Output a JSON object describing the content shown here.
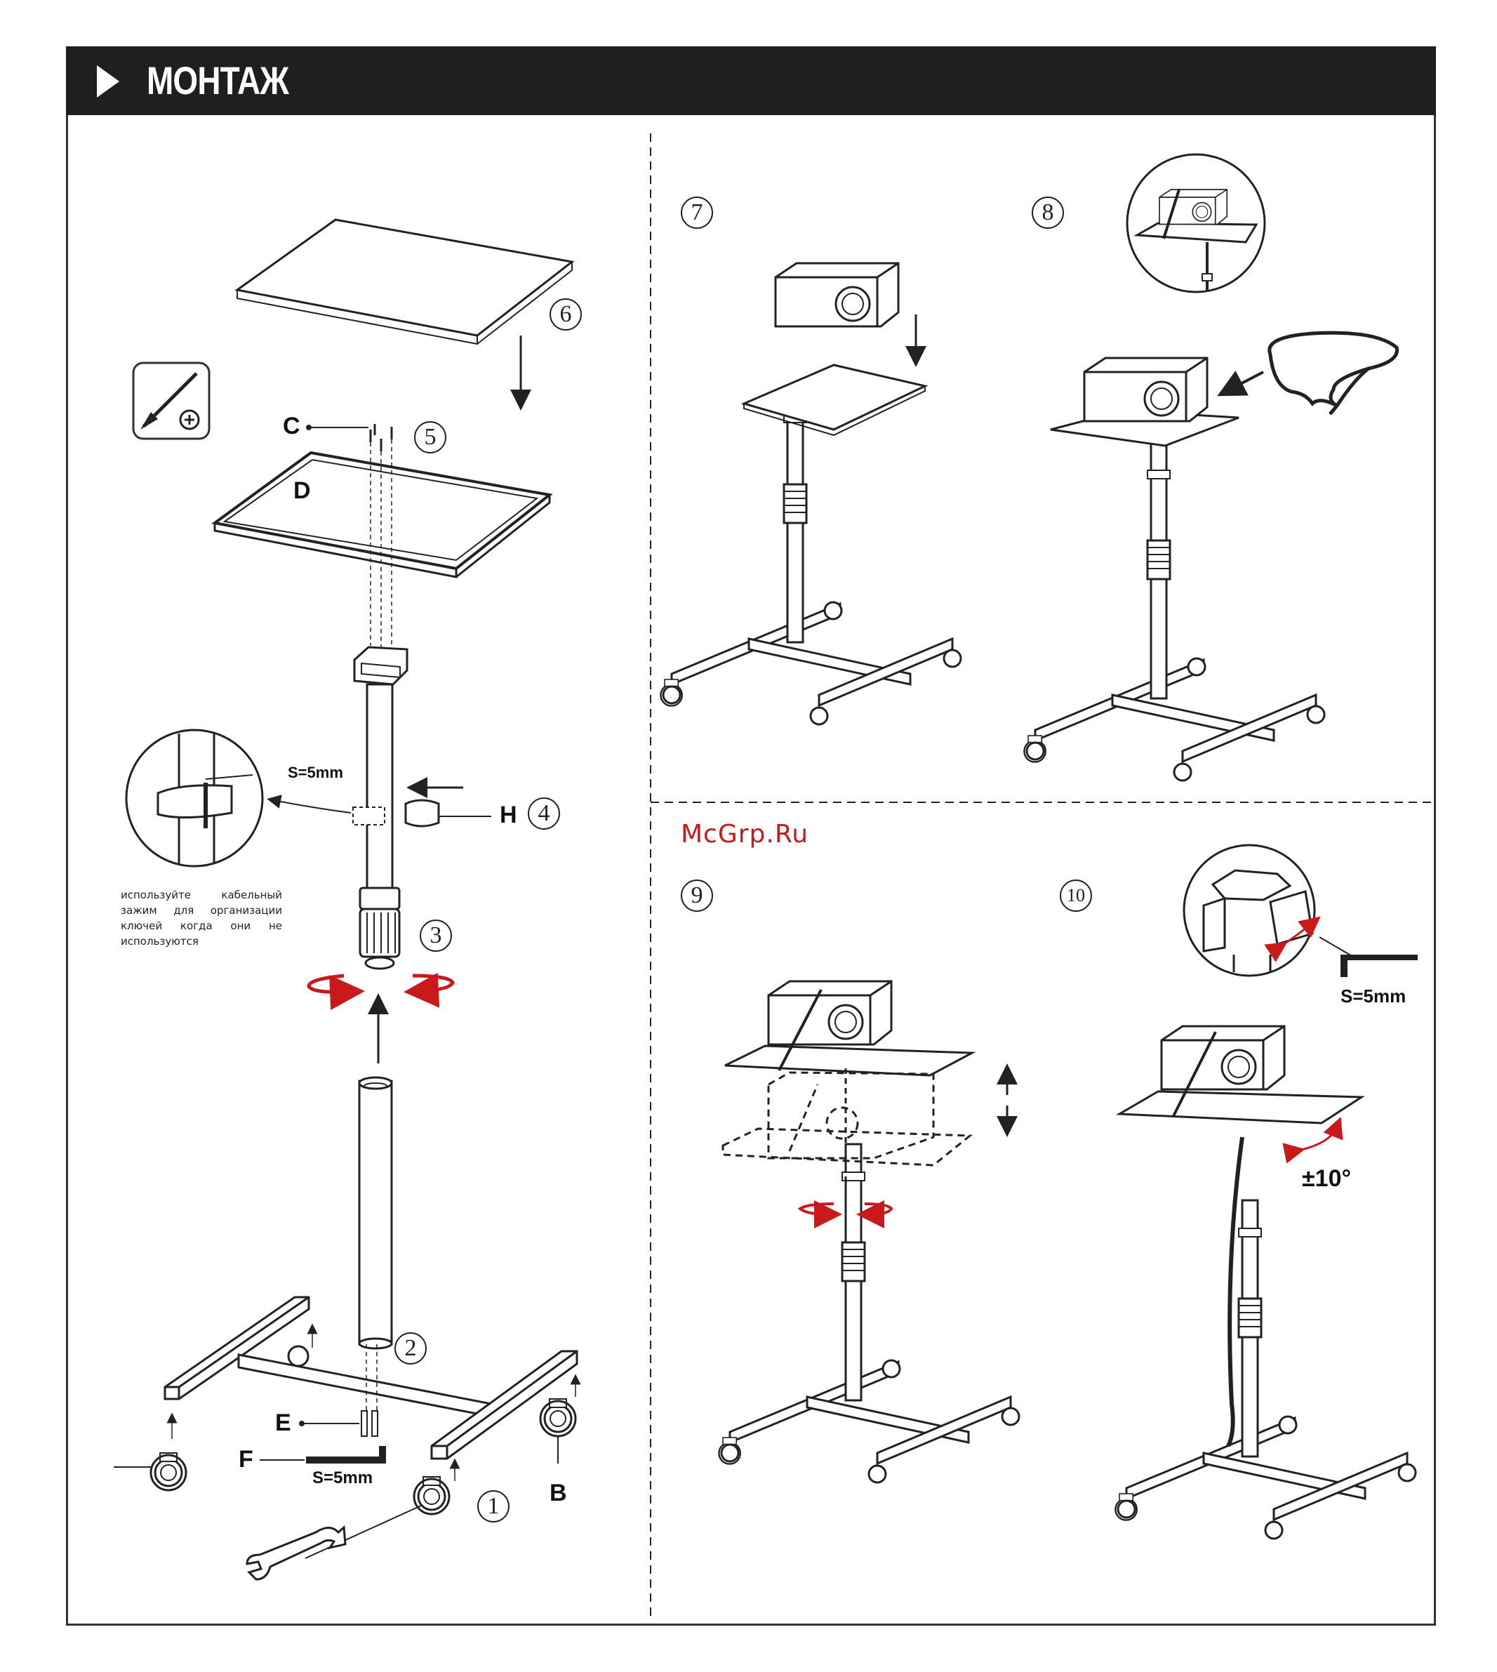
{
  "header": {
    "title": "МОНТАЖ"
  },
  "steps": [
    {
      "num": "1"
    },
    {
      "num": "2"
    },
    {
      "num": "3"
    },
    {
      "num": "4"
    },
    {
      "num": "5"
    },
    {
      "num": "6"
    },
    {
      "num": "7"
    },
    {
      "num": "8"
    },
    {
      "num": "9"
    },
    {
      "num": "10"
    }
  ],
  "parts": {
    "b": "B",
    "c": "C",
    "d": "D",
    "e": "E",
    "f": "F",
    "h": "H"
  },
  "measures": {
    "hex_key_f": "S=5mm",
    "hex_key_detail": "S=5mm",
    "hex_key_step10": "S=5mm",
    "tilt": "±10°"
  },
  "note": "используйте кабельный зажим для организации ключей когда они не используются",
  "watermark": "McGrp.Ru",
  "icons": [
    "screwdriver-icon",
    "wrench-icon",
    "hex-key-icon",
    "rotate-arrow-icon",
    "projector-icon",
    "cable-icon"
  ],
  "colors": {
    "header_bg": "#1f1f1f",
    "accent_red": "#c81a1a",
    "line": "#222222"
  }
}
